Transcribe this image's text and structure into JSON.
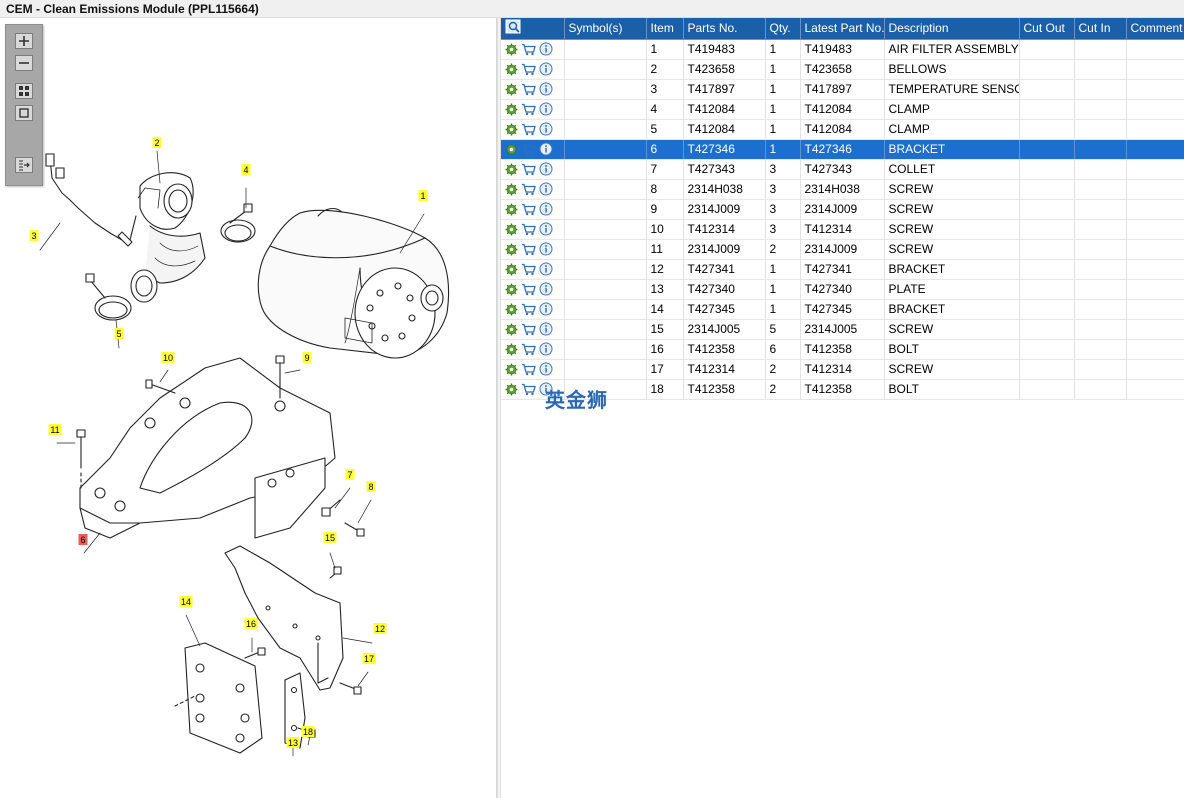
{
  "window": {
    "title": "CEM - Clean Emissions Module (PPL115664)"
  },
  "watermark": {
    "text": "英金狮"
  },
  "colors": {
    "header_bg": "#1b5fa8",
    "selected_row": "#1c6fcf",
    "callout_bg": "#ffff33",
    "callout_selected_bg": "#ef5b5b"
  },
  "toolbar": {
    "buttons": [
      {
        "name": "zoom-in",
        "icon": "plus-icon"
      },
      {
        "name": "zoom-out",
        "icon": "minus-icon"
      },
      {
        "name": "fit-view",
        "icon": "grid-icon"
      },
      {
        "name": "actual-size",
        "icon": "square-icon"
      },
      {
        "name": "toggle-panel",
        "icon": "panel-arrow-icon"
      }
    ]
  },
  "diagram": {
    "callouts": [
      "1",
      "2",
      "3",
      "4",
      "5",
      "6",
      "7",
      "8",
      "9",
      "10",
      "11",
      "12",
      "13",
      "14",
      "15",
      "16",
      "17",
      "18"
    ],
    "selected_callout": "6"
  },
  "table": {
    "columns": [
      "Symbol(s)",
      "Item",
      "Parts No.",
      "Qty.",
      "Latest Part No.",
      "Description",
      "Cut Out",
      "Cut In",
      "Comment"
    ],
    "selected_item": "6",
    "rows": [
      {
        "item": "1",
        "part": "T419483",
        "qty": "1",
        "latest": "T419483",
        "desc": "AIR FILTER ASSEMBLY"
      },
      {
        "item": "2",
        "part": "T423658",
        "qty": "1",
        "latest": "T423658",
        "desc": "BELLOWS"
      },
      {
        "item": "3",
        "part": "T417897",
        "qty": "1",
        "latest": "T417897",
        "desc": "TEMPERATURE SENSOR"
      },
      {
        "item": "4",
        "part": "T412084",
        "qty": "1",
        "latest": "T412084",
        "desc": "CLAMP"
      },
      {
        "item": "5",
        "part": "T412084",
        "qty": "1",
        "latest": "T412084",
        "desc": "CLAMP"
      },
      {
        "item": "6",
        "part": "T427346",
        "qty": "1",
        "latest": "T427346",
        "desc": "BRACKET"
      },
      {
        "item": "7",
        "part": "T427343",
        "qty": "3",
        "latest": "T427343",
        "desc": "COLLET"
      },
      {
        "item": "8",
        "part": "2314H038",
        "qty": "3",
        "latest": "2314H038",
        "desc": "SCREW"
      },
      {
        "item": "9",
        "part": "2314J009",
        "qty": "3",
        "latest": "2314J009",
        "desc": "SCREW"
      },
      {
        "item": "10",
        "part": "T412314",
        "qty": "3",
        "latest": "T412314",
        "desc": "SCREW"
      },
      {
        "item": "11",
        "part": "2314J009",
        "qty": "2",
        "latest": "2314J009",
        "desc": "SCREW"
      },
      {
        "item": "12",
        "part": "T427341",
        "qty": "1",
        "latest": "T427341",
        "desc": "BRACKET"
      },
      {
        "item": "13",
        "part": "T427340",
        "qty": "1",
        "latest": "T427340",
        "desc": "PLATE"
      },
      {
        "item": "14",
        "part": "T427345",
        "qty": "1",
        "latest": "T427345",
        "desc": "BRACKET"
      },
      {
        "item": "15",
        "part": "2314J005",
        "qty": "5",
        "latest": "2314J005",
        "desc": "SCREW"
      },
      {
        "item": "16",
        "part": "T412358",
        "qty": "6",
        "latest": "T412358",
        "desc": "BOLT"
      },
      {
        "item": "17",
        "part": "T412314",
        "qty": "2",
        "latest": "T412314",
        "desc": "SCREW"
      },
      {
        "item": "18",
        "part": "T412358",
        "qty": "2",
        "latest": "T412358",
        "desc": "BOLT"
      }
    ]
  }
}
